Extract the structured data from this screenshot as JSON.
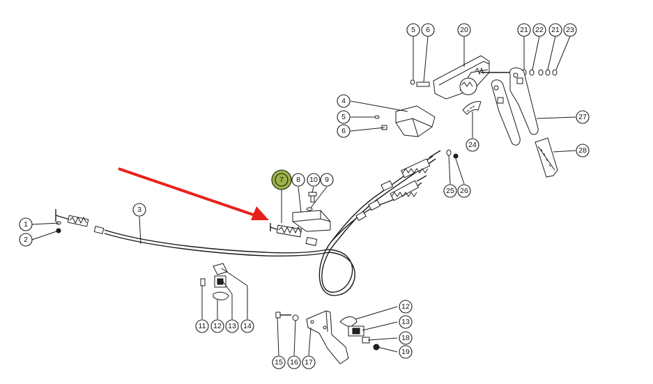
{
  "highlight_color": "#9bb347",
  "arrow_color": "#e8211c",
  "callouts": [
    {
      "label": "1"
    },
    {
      "label": "2"
    },
    {
      "label": "3"
    },
    {
      "label": "4"
    },
    {
      "label": "5"
    },
    {
      "label": "6"
    },
    {
      "label": "5"
    },
    {
      "label": "6"
    },
    {
      "label": "7",
      "highlighted": true
    },
    {
      "label": "8"
    },
    {
      "label": "10"
    },
    {
      "label": "9"
    },
    {
      "label": "20"
    },
    {
      "label": "21"
    },
    {
      "label": "22"
    },
    {
      "label": "21"
    },
    {
      "label": "23"
    },
    {
      "label": "24"
    },
    {
      "label": "25"
    },
    {
      "label": "26"
    },
    {
      "label": "27"
    },
    {
      "label": "28"
    },
    {
      "label": "11"
    },
    {
      "label": "12"
    },
    {
      "label": "13"
    },
    {
      "label": "14"
    },
    {
      "label": "15"
    },
    {
      "label": "16"
    },
    {
      "label": "17"
    },
    {
      "label": "12"
    },
    {
      "label": "13"
    },
    {
      "label": "18"
    },
    {
      "label": "19"
    }
  ]
}
